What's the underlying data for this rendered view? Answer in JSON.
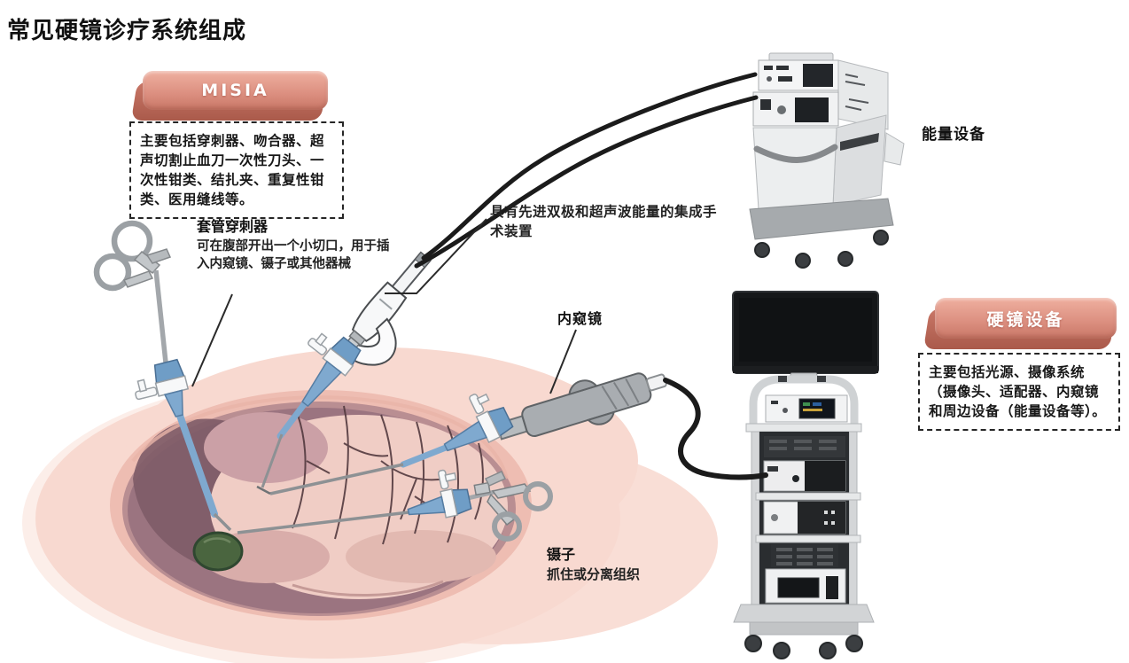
{
  "title": "常见硬镜诊疗系统组成",
  "callouts": {
    "misia": {
      "banner": "MISIA",
      "body": "主要包括穿刺器、吻合器、超声切割止血刀一次性刀头、一次性钳类、结扎夹、重复性钳类、医用缝线等。"
    },
    "trocar": {
      "title": "套管穿刺器",
      "body": "可在腹部开出一个小切口，用于插入内窥镜、镊子或其他器械"
    },
    "integrated_device": {
      "body": "具有先进双极和超声波能量的集成手术装置"
    },
    "energy_device": {
      "label": "能量设备"
    },
    "endoscope": {
      "label": "内窥镜"
    },
    "rigid_device": {
      "banner": "硬镜设备",
      "body": "主要包括光源、摄像系统（摄像头、适配器、内窥镜和周边设备（能量设备等）。"
    },
    "forceps": {
      "title": "镊子",
      "body": "抓住或分离组织"
    }
  },
  "colors": {
    "banner_top": "#efb0a0",
    "banner_mid": "#dd9182",
    "banner_bottom": "#c97767",
    "banner_side": "#aa5a4b",
    "banner_text": "#ffffff",
    "text": "#1b1b1b",
    "trocar_blue": "#7fa9cf",
    "body_pink": "#f8d9d0",
    "tissue_pink": "#f0cdc5",
    "cavity_mauve": "#9b7480",
    "mass_green": "#4a653f",
    "cable_black": "#1b1b1b"
  }
}
